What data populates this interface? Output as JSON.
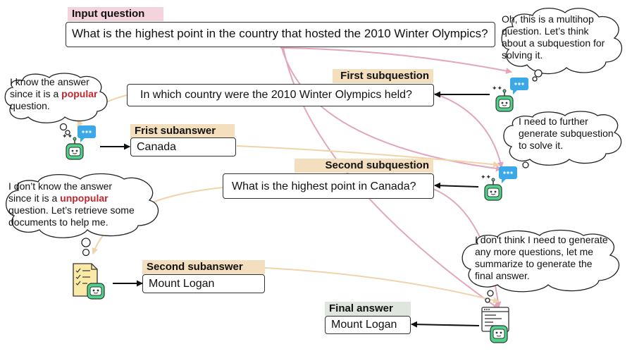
{
  "input_question": {
    "label": "Input question",
    "text": "What is the highest point in the country that hosted the 2010 Winter Olympics?"
  },
  "first_subquestion": {
    "label": "First subquestion",
    "text": "In which country were the 2010 Winter Olympics held?"
  },
  "first_subanswer": {
    "label": "Frist subanswer",
    "text": "Canada"
  },
  "second_subquestion": {
    "label": "Second subquestion",
    "text": "What is the highest point in Canada?"
  },
  "second_subanswer": {
    "label": "Second subanswer",
    "text": "Mount Logan"
  },
  "final_answer": {
    "label": "Final answer",
    "text": "Mount Logan"
  },
  "thoughts": {
    "multihop": [
      "Oh, this is a multihop",
      "question. Let’s think",
      "about a subquestion for",
      "solving it."
    ],
    "popular": {
      "line1": "I know the answer",
      "line2_pre": "since it is a ",
      "line2_hl": "popular",
      "line3": "question."
    },
    "further": [
      "I need to further",
      "generate subquestion",
      "to solve it."
    ],
    "unpopular": {
      "line1": "I don’t know the answer",
      "line2_pre": "since it is a ",
      "line2_hl": "unpopular",
      "line3": "question. Let’s retrieve some",
      "line4": "documents to help me."
    },
    "summarize": [
      "I don't think I need to generate",
      "any more questions, let me",
      "summarize to generate the",
      "final answer."
    ]
  },
  "icons": {
    "robot_chat": "robot-with-chat-bubble-icon",
    "robot_doc": "robot-with-checklist-document-icon",
    "robot_code": "robot-with-code-window-icon"
  },
  "colors": {
    "pink_arrow": "#e2a6bc",
    "tan_arrow": "#f0d3a9",
    "robot_green": "#4ed48a",
    "bubble_blue": "#3ba9e8",
    "highlight_red": "#c0262d",
    "label_pink": "#f3d3dc",
    "label_tan": "#f3dfbd",
    "label_grey": "#dfe6de"
  }
}
